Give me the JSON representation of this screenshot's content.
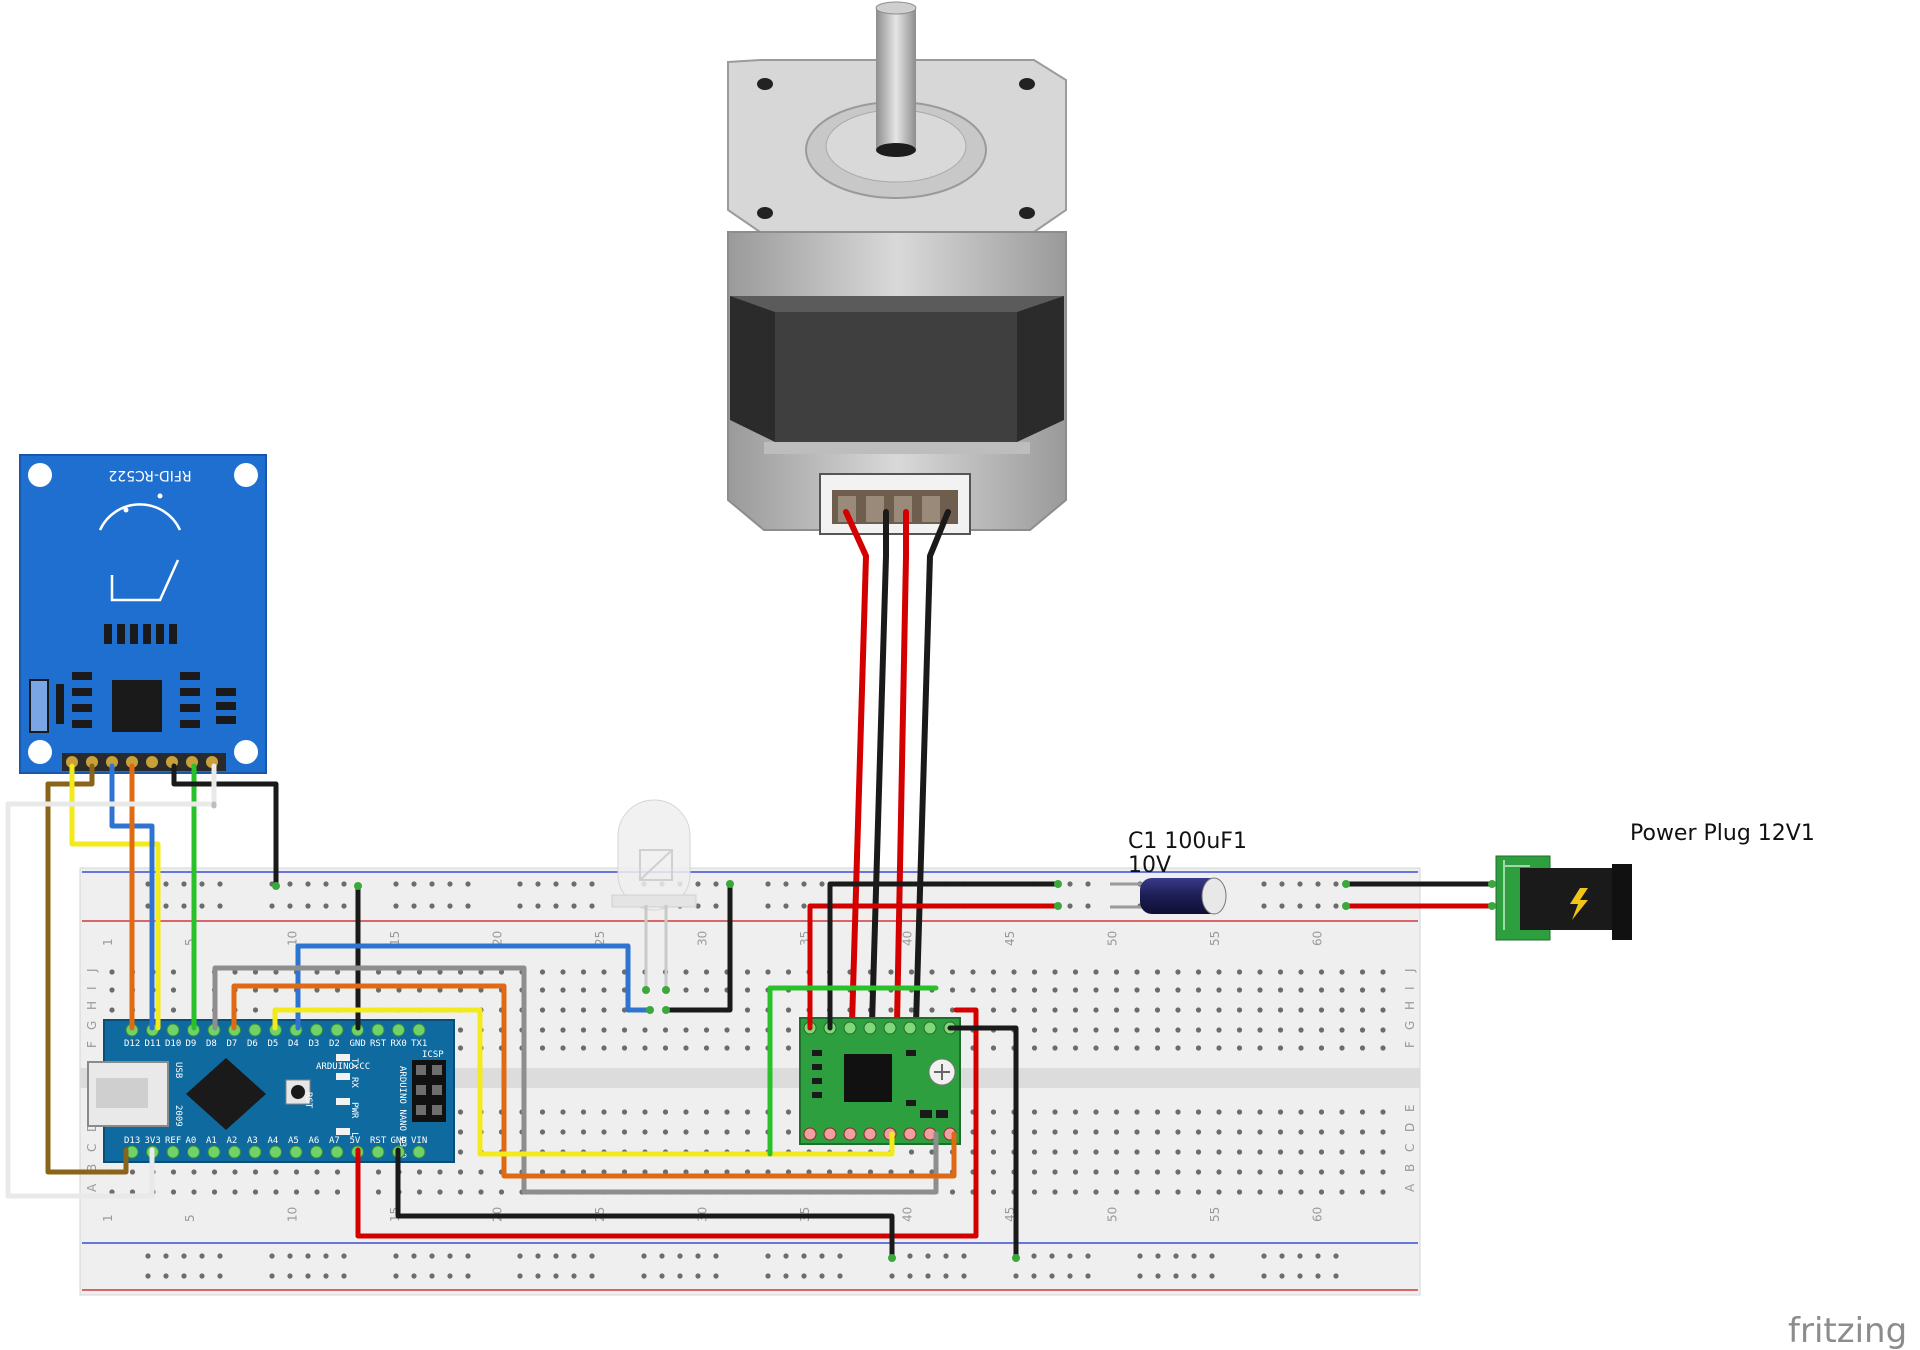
{
  "labels": {
    "rfid": "RFID-RC522",
    "capacitor_line1": "C1 100uF1",
    "capacitor_line2": "10V",
    "power_plug": "Power Plug 12V1",
    "watermark": "fritzing"
  },
  "nano": {
    "top_pins": [
      "D12",
      "D11",
      "D10",
      "D9",
      "D8",
      "D7",
      "D6",
      "D5",
      "D4",
      "D3",
      "D2",
      "GND",
      "RST",
      "RX0",
      "TX1"
    ],
    "bottom_pins": [
      "D13",
      "3V3",
      "REF",
      "A0",
      "A1",
      "A2",
      "A3",
      "A4",
      "A5",
      "A6",
      "A7",
      "5V",
      "RST",
      "GND",
      "VIN"
    ],
    "brand": "ARDUINO.CC",
    "model": "ARDUINO NANO V3.0",
    "year": "2009",
    "usb": "USB",
    "icsp": "ICSP",
    "leds": [
      "TX",
      "RX",
      "PWR",
      "L"
    ],
    "rst": "RST"
  },
  "breadboard": {
    "column_numbers": [
      "1",
      "5",
      "10",
      "15",
      "20",
      "25",
      "30",
      "35",
      "40",
      "45",
      "50",
      "55",
      "60"
    ],
    "row_letters_top": [
      "J",
      "I",
      "H",
      "G",
      "F"
    ],
    "row_letters_bottom": [
      "E",
      "D",
      "C",
      "B",
      "A"
    ]
  },
  "colors": {
    "red": "#d40000",
    "black": "#1a1a1a",
    "blue": "#2f74d0",
    "yellow": "#f3ea1c",
    "orange": "#e06a12",
    "green": "#29c12a",
    "brown": "#8a6418",
    "gray": "#8e8e8e",
    "white_wire": "#e9e9e9",
    "rfid_blue": "#1e6fd0",
    "nano_blue": "#0f6aa0",
    "driver_green": "#2e9f3f"
  }
}
